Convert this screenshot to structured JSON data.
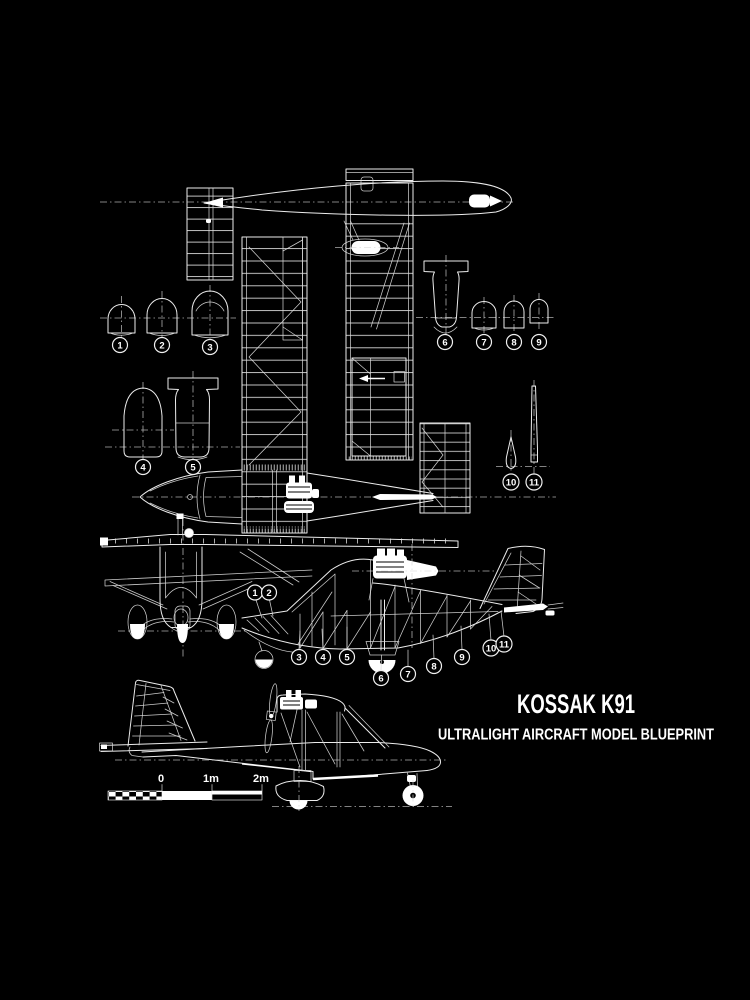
{
  "title": "KOSSAK K91",
  "subtitle": "ULTRALIGHT AIRCRAFT MODEL BLUEPRINT",
  "scale_bar": {
    "labels": [
      "0",
      "1m",
      "2m"
    ]
  },
  "callouts": [
    "1",
    "2",
    "3",
    "4",
    "5",
    "6",
    "7",
    "8",
    "9",
    "10",
    "11"
  ],
  "colors": {
    "background": "#000000",
    "ink": "#ececec",
    "highlight": "#ffffff"
  }
}
